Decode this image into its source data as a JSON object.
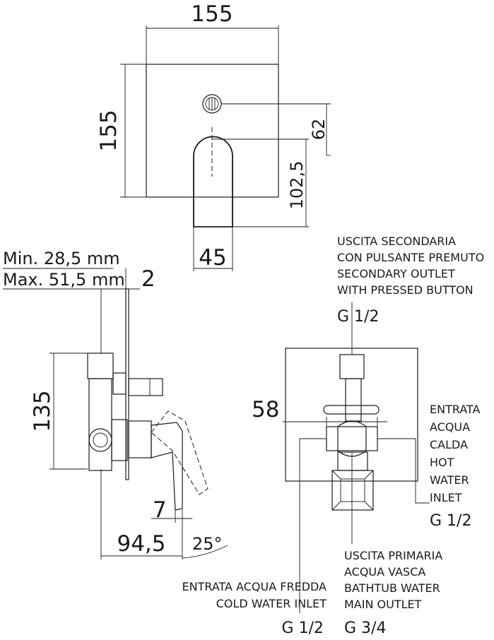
{
  "front_view": {
    "width_dim": "155",
    "height_dim": "155",
    "button_offset_dim": "62",
    "handle_offset_dim": "102,5",
    "handle_width_dim": "45"
  },
  "side_view": {
    "min_depth": "Min. 28,5 mm",
    "max_depth": "Max. 51,5 mm",
    "plate_thickness_dim": "2",
    "body_height_dim": "135",
    "lever_gap_dim": "7",
    "total_depth_dim": "94,5",
    "lever_angle_dim": "25°"
  },
  "rear_view": {
    "center_offset_dim": "58",
    "secondary_outlet": {
      "line1": "USCITA SECONDARIA",
      "line2": "CON PULSANTE PREMUTO",
      "line3": "SECONDARY OUTLET",
      "line4": "WITH PRESSED BUTTON",
      "thread": "G 1/2"
    },
    "hot_inlet": {
      "line1": "ENTRATA",
      "line2": "ACQUA",
      "line3": "CALDA",
      "line4": "HOT",
      "line5": "WATER",
      "line6": "INLET",
      "thread": "G 1/2"
    },
    "main_outlet": {
      "line1": "USCITA PRIMARIA",
      "line2": "ACQUA VASCA",
      "line3": "BATHTUB WATER",
      "line4": "MAIN OUTLET",
      "thread": "G 3/4"
    },
    "cold_inlet": {
      "line1": "ENTRATA ACQUA FREDDA",
      "line2": "COLD WATER INLET",
      "thread": "G 1/2"
    }
  }
}
